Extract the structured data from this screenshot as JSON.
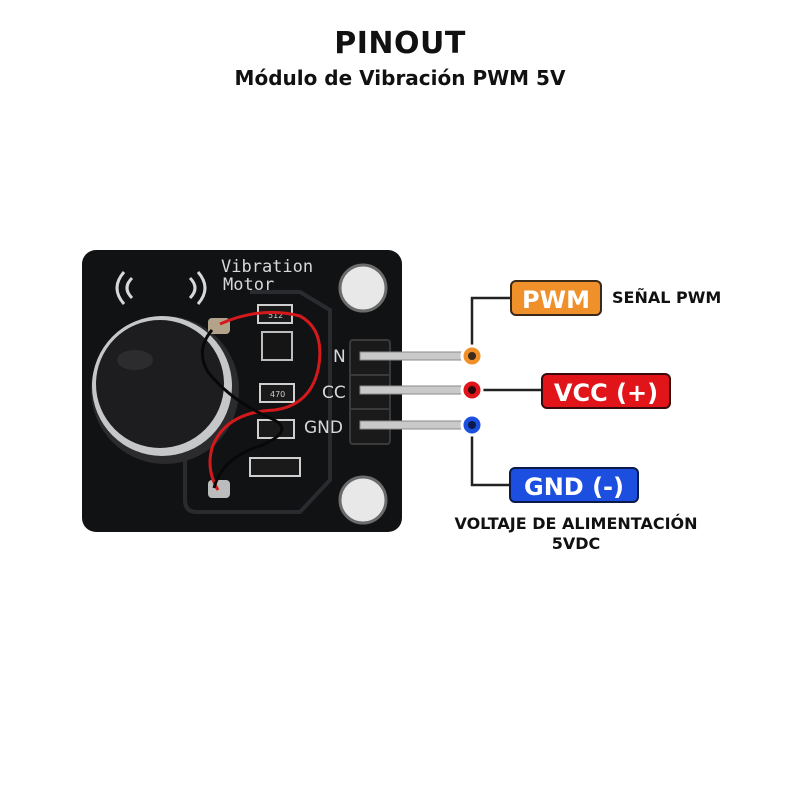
{
  "header": {
    "title": "PINOUT",
    "subtitle": "Módulo de Vibración PWM 5V"
  },
  "board": {
    "silkscreen_line1": "Vibration",
    "silkscreen_line2": "Motor",
    "pin_labels": [
      "N",
      "CC",
      "GND"
    ],
    "resistor_code_top": "512",
    "resistor_code_mid": "470"
  },
  "pins": {
    "pwm": {
      "label": "PWM",
      "description": "SEÑAL PWM",
      "color": "#f0902a"
    },
    "vcc": {
      "label": "VCC (+)",
      "color": "#e1141a"
    },
    "gnd": {
      "label": "GND (-)",
      "color": "#1c4fe0"
    }
  },
  "supply_note": {
    "line1": "VOLTAJE DE ALIMENTACIÓN",
    "line2": "5VDC"
  }
}
